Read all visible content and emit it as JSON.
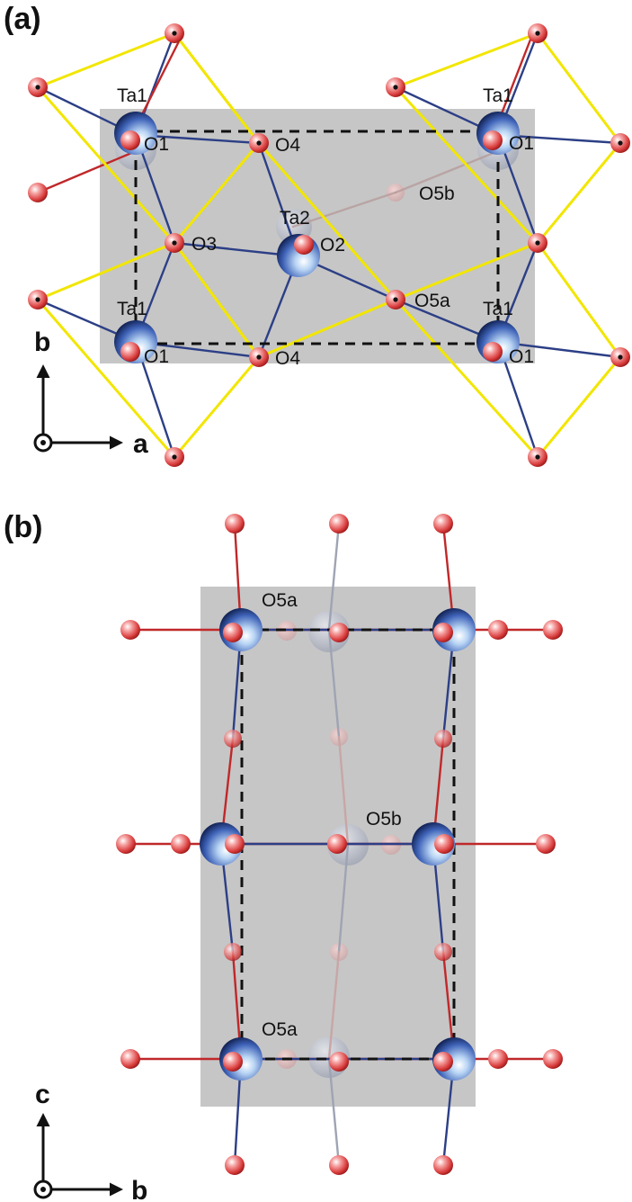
{
  "panels": {
    "a": {
      "label": "(a)",
      "axes": {
        "horizontal": "a",
        "vertical": "b"
      },
      "atom_labels": {
        "ta1_top_left": "Ta1",
        "o1_top_left": "O1",
        "o4_top": "O4",
        "o5b": "O5b",
        "ta2": "Ta2",
        "o3": "O3",
        "o2": "O2",
        "o5a": "O5a",
        "ta1_bottom_left": "Ta1",
        "o1_bottom_left": "O1",
        "o4_bottom": "O4",
        "ta1_top_right": "Ta1",
        "o1_top_right": "O1",
        "ta1_bottom_right": "Ta1",
        "o1_bottom_right": "O1"
      }
    },
    "b": {
      "label": "(b)",
      "axes": {
        "horizontal": "b",
        "vertical": "c"
      },
      "atom_labels": {
        "o5a_top": "O5a",
        "o5b_mid": "O5b",
        "o5a_bottom": "O5a"
      }
    }
  },
  "colors": {
    "background": "#ffffff",
    "cell_shading": "#c6c6c6",
    "polyhedron_edges": "#f2e600",
    "bond_ta": "#2c3f86",
    "bond_o": "#c0282a",
    "tantalum_atom": "#3f63b8",
    "oxygen_atom": "#d83a3a",
    "dashed_cell": "#111111"
  }
}
